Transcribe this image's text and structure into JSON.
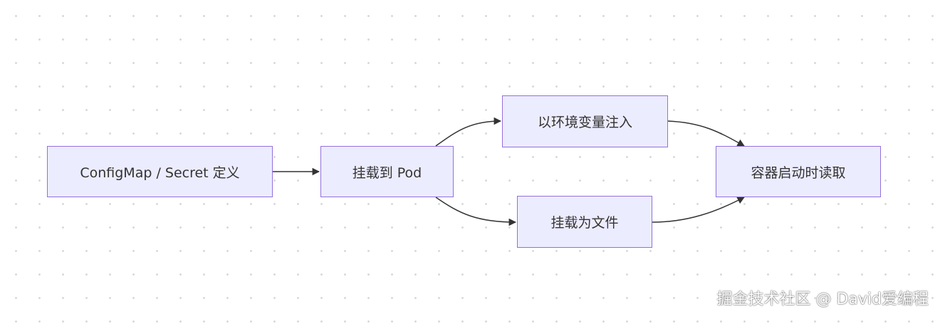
{
  "diagram": {
    "nodes": {
      "define": "ConfigMap / Secret 定义",
      "mount": "挂载到 Pod",
      "env": "以环境变量注入",
      "file": "挂载为文件",
      "read": "容器启动时读取"
    },
    "edges": [
      {
        "from": "define",
        "to": "mount"
      },
      {
        "from": "mount",
        "to": "env"
      },
      {
        "from": "mount",
        "to": "file"
      },
      {
        "from": "env",
        "to": "read"
      },
      {
        "from": "file",
        "to": "read"
      }
    ],
    "colors": {
      "node_fill": "#ececff",
      "node_border": "#9370db",
      "edge": "#333333",
      "text": "#333333"
    }
  },
  "watermark": "掘金技术社区 @ David爱编程"
}
